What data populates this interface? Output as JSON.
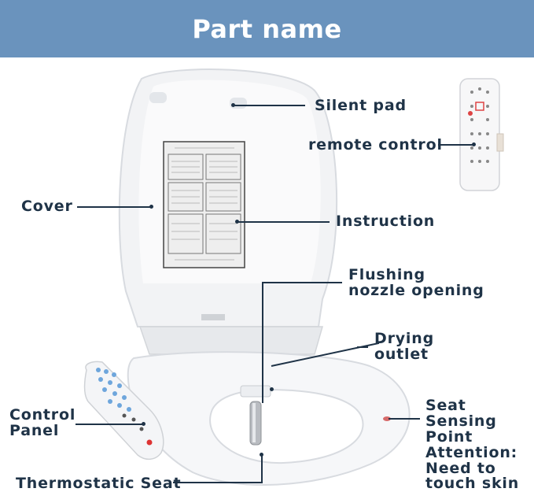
{
  "header": {
    "title": "Part name"
  },
  "labels": {
    "silent_pad": "Silent pad",
    "remote_control": "remote control",
    "cover": "Cover",
    "instruction": "Instruction",
    "flushing_line1": "Flushing",
    "flushing_line2": "nozzle opening",
    "drying_line1": "Drying",
    "drying_line2": "outlet",
    "control_line1": "Control",
    "control_line2": "Panel",
    "seat_line1": "Seat",
    "seat_line2": "Sensing",
    "seat_line3": "Point",
    "seat_line4": "Attention:",
    "seat_line5": "Need to",
    "seat_line6": "touch skin",
    "thermostatic": "Thermostatic Seat"
  },
  "colors": {
    "header_bg": "#6a93bd",
    "label_text": "#1f3347",
    "sensor_point": "#d66a6a"
  }
}
